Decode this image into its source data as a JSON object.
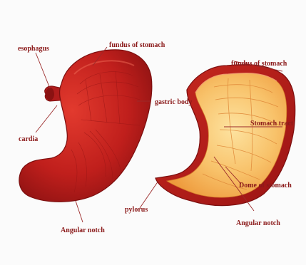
{
  "labels": {
    "esophagus": "esophagus",
    "fundus_left": "fundus of stomach",
    "gastric_body": "gastric body",
    "cardia": "cardia",
    "pylorus": "pylorus",
    "angular_notch_left": "Angular notch",
    "fundus_right": "fundus of stomach",
    "stomach_tract": "Stomach tract",
    "dome_of_stomach": "Dome of stomach",
    "angular_notch_right": "Angular notch"
  },
  "colors": {
    "label_text": "#8b1a1a",
    "stomach_outer": "#b3191b",
    "stomach_inner": "#f6b85a"
  }
}
